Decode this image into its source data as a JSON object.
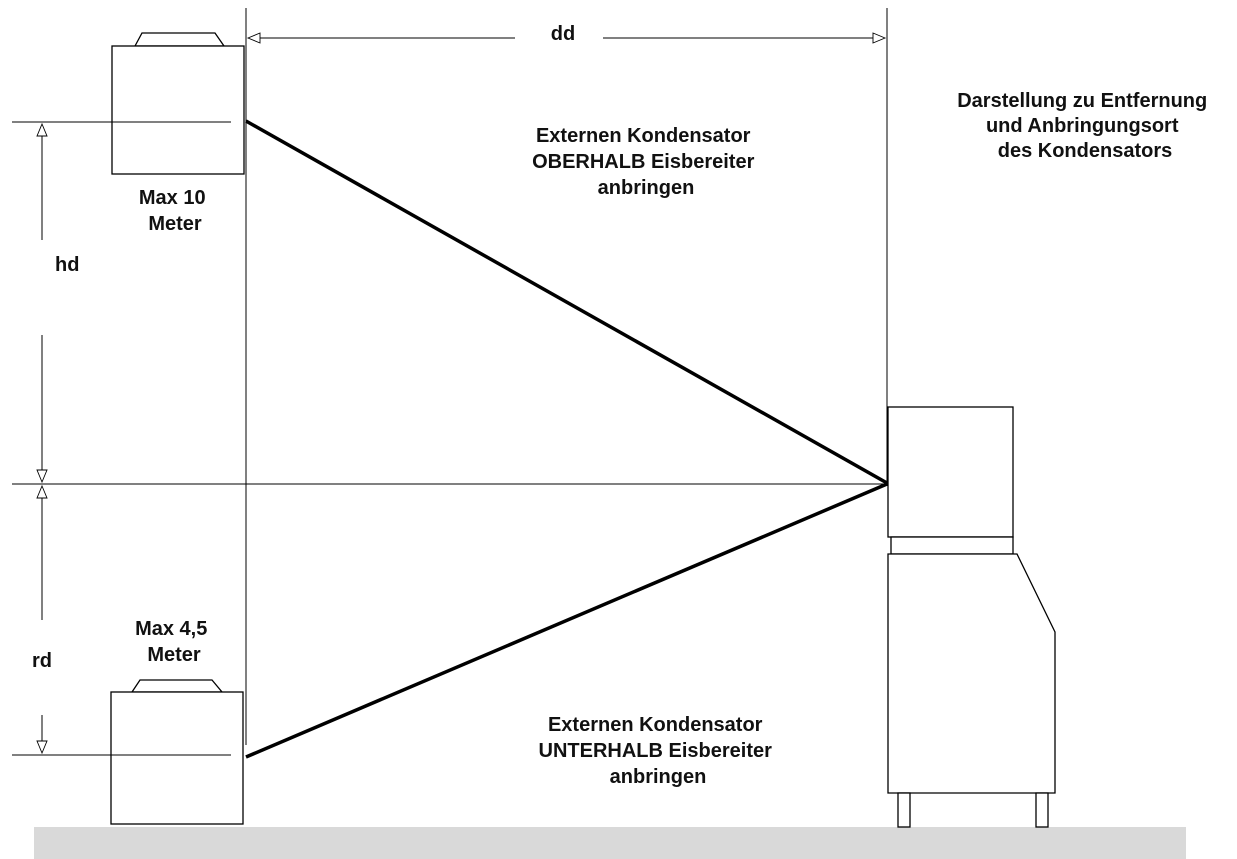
{
  "labels": {
    "dd": "dd",
    "hd": "hd",
    "rd": "rd",
    "title": [
      "Darstellung zu Entfernung",
      "und Anbringungsort",
      "des Kondensators"
    ],
    "above": [
      "Externen Kondensator",
      "OBERHALB Eisbereiter",
      "anbringen"
    ],
    "below": [
      "Externen Kondensator",
      "UNTERHALB Eisbereiter",
      "anbringen"
    ],
    "max_upper": [
      "Max 10",
      "Meter"
    ],
    "max_lower": [
      "Max 4,5",
      "Meter"
    ]
  },
  "colors": {
    "line": "#000000",
    "ground": "#d9d9d9",
    "background": "#ffffff"
  }
}
